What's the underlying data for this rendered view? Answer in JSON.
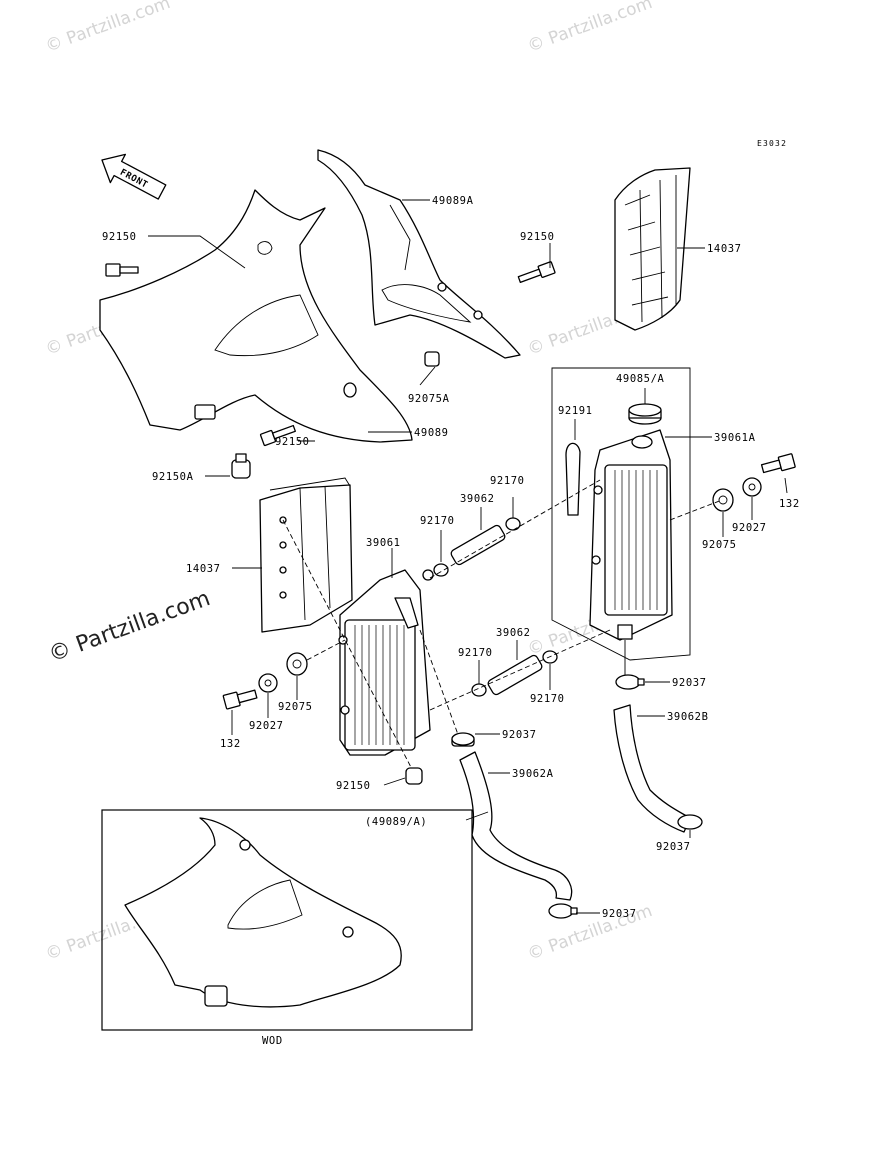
{
  "diagram_ref": "E3032",
  "front_label": "FRONT",
  "inset_caption": "WOD",
  "inset_ref": "(49089/A)",
  "watermarks": {
    "small": "© Partzilla.com",
    "large": "© Partzilla.com"
  },
  "labels": {
    "p49089A": "49089A",
    "p92150_left": "92150",
    "p92150_right": "92150",
    "p14037_top": "14037",
    "p92075A": "92075A",
    "p49085A": "49085/A",
    "p92191": "92191",
    "p39061A": "39061A",
    "p92150_mid": "92150",
    "p49089": "49089",
    "p92150A": "92150A",
    "p132_right": "132",
    "p92170_a": "92170",
    "p39062_top": "39062",
    "p92170_b": "92170",
    "p92027_right": "92027",
    "p92075_right": "92075",
    "p39061": "39061",
    "p14037_left": "14037",
    "p39062_mid": "39062",
    "p92170_c": "92170",
    "p92170_d": "92170",
    "p92037_a": "92037",
    "p39062B": "39062B",
    "p92075_left": "92075",
    "p92027_left": "92027",
    "p132_left": "132",
    "p92037_b": "92037",
    "p39062A": "39062A",
    "p92150_bottom": "92150",
    "p92037_c": "92037",
    "p92037_d": "92037"
  }
}
